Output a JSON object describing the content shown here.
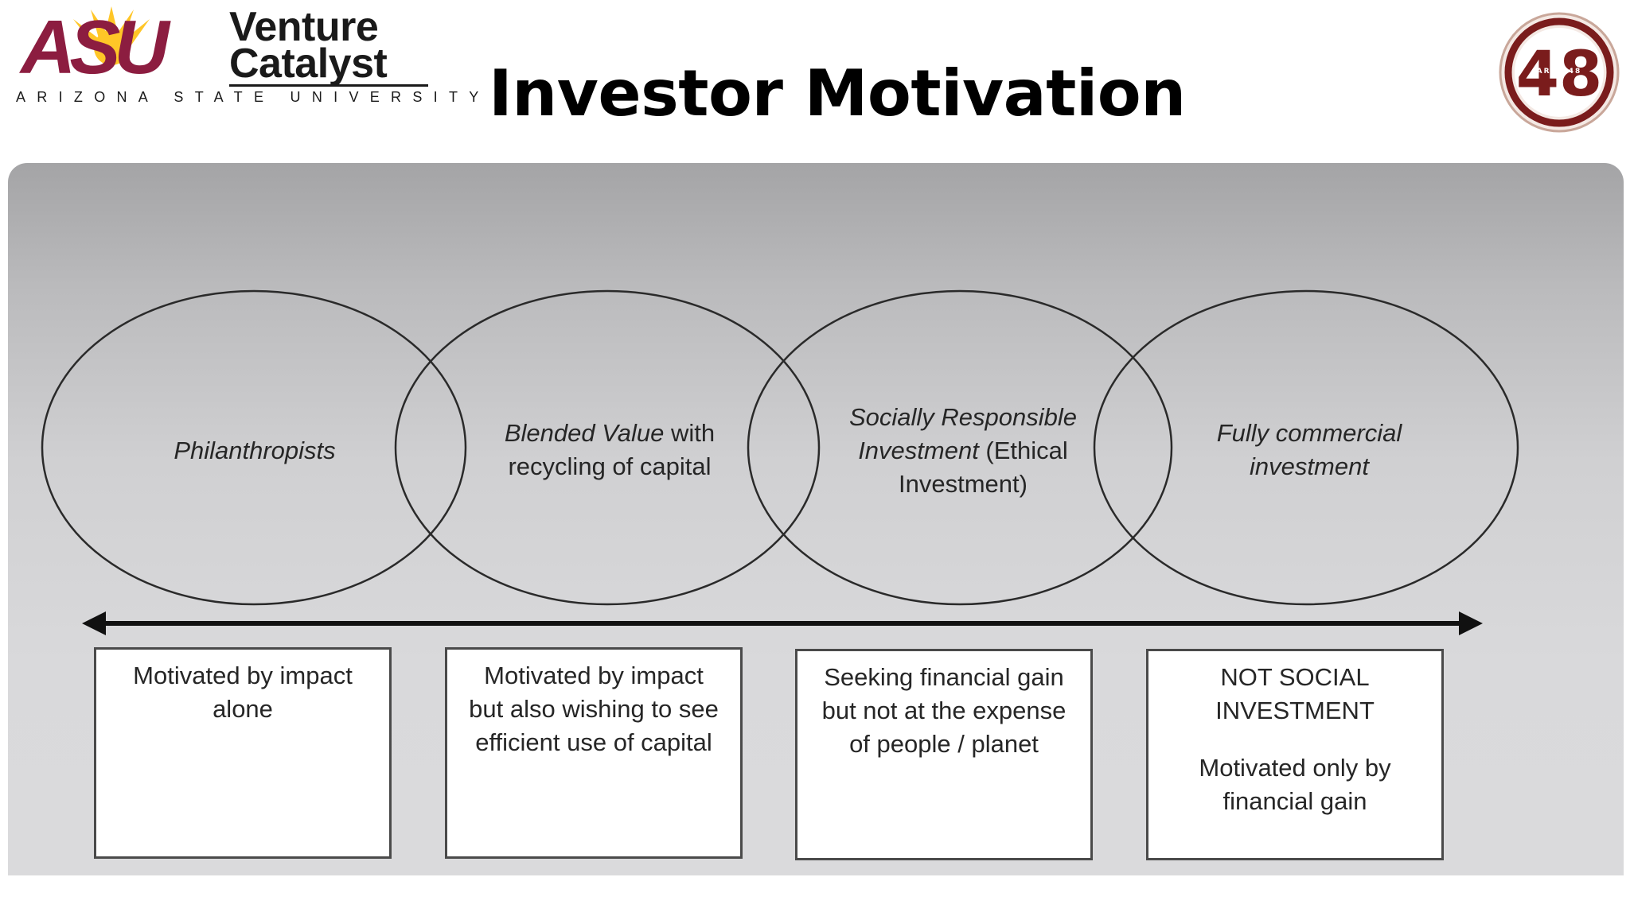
{
  "header": {
    "logo_mark": "ASU",
    "logo_line1": "Venture",
    "logo_line2": "Catalyst",
    "logo_university": "ARIZONA STATE UNIVERSITY",
    "title": "Investor Motivation",
    "badge_number": "48",
    "badge_text": "AREA 48"
  },
  "diagram": {
    "circles": [
      {
        "italic": "Philanthropists",
        "plain": ""
      },
      {
        "italic": "Blended Value",
        "plain": " with recycling of capital"
      },
      {
        "italic": "Socially Responsible Investment",
        "plain": " (Ethical Investment)"
      },
      {
        "italic": "Fully commercial investment",
        "plain": ""
      }
    ],
    "boxes": [
      {
        "line1": "Motivated by impact",
        "line2": "alone",
        "line3": ""
      },
      {
        "line1": "Motivated by impact",
        "line2": "but also wishing to see",
        "line3": "efficient use of capital"
      },
      {
        "line1": "Seeking financial gain",
        "line2": "but not at the expense",
        "line3": "of people / planet"
      },
      {
        "heading1": "NOT SOCIAL",
        "heading2": "INVESTMENT",
        "line1": "Motivated only by",
        "line2": "financial gain"
      }
    ],
    "colors": {
      "asu_maroon": "#8c1d40",
      "asu_gold": "#ffc627",
      "badge_maroon": "#7a1c1c"
    }
  }
}
